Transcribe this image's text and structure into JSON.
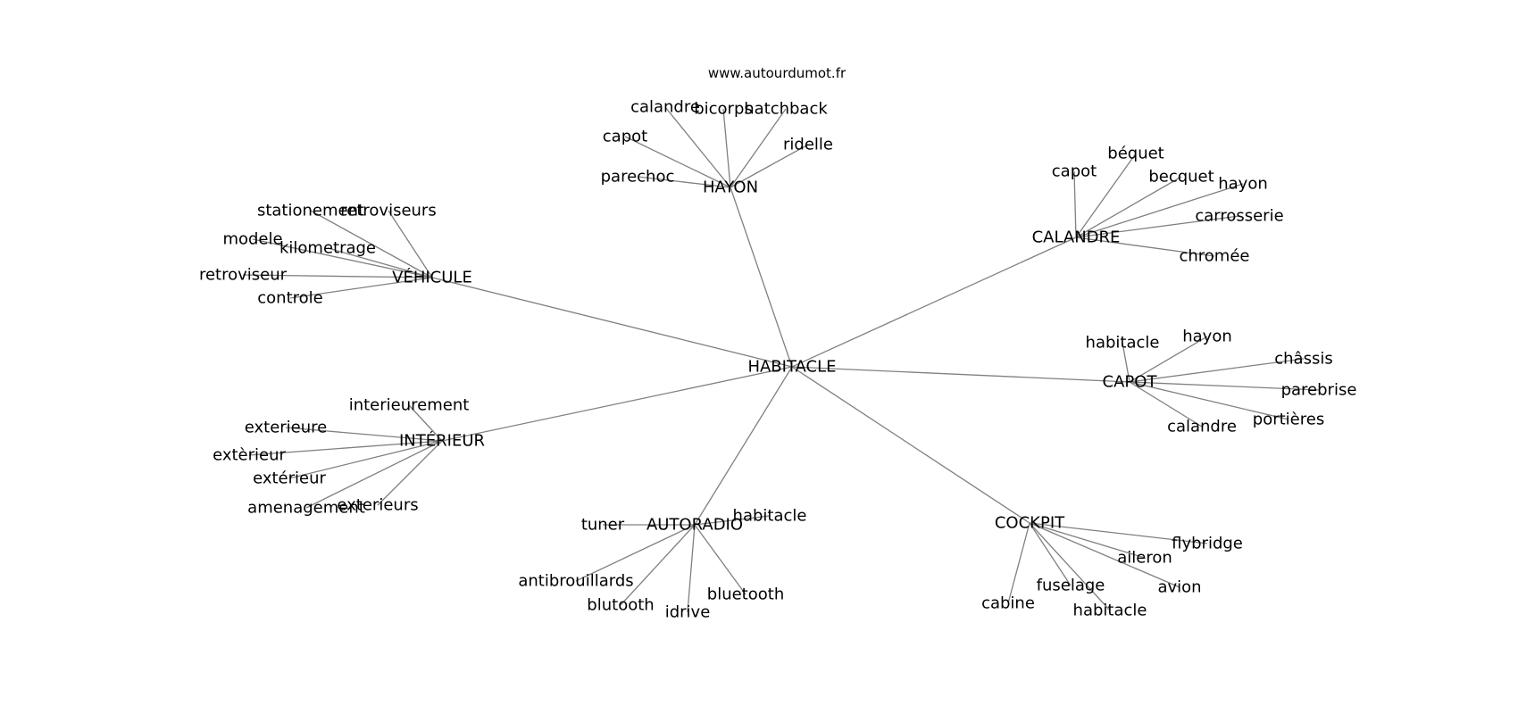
{
  "site_label": "www.autourdumot.fr",
  "colors": {
    "edge": "#808080",
    "text": "#000000",
    "background": "#ffffff"
  },
  "graph": {
    "center": "HABITACLE",
    "hubs": [
      {
        "id": "hayon",
        "label": "HAYON",
        "leaves": [
          "calandre",
          "bicorps",
          "hatchback",
          "capot",
          "ridelle",
          "parechoc"
        ]
      },
      {
        "id": "vehicule",
        "label": "VÉHICULE",
        "leaves": [
          "stationement",
          "retroviseurs",
          "modele",
          "kilometrage",
          "retroviseur",
          "controle"
        ]
      },
      {
        "id": "calandre",
        "label": "CALANDRE",
        "leaves": [
          "béquet",
          "capot",
          "becquet",
          "hayon",
          "carrosserie",
          "chromée"
        ]
      },
      {
        "id": "capot",
        "label": "CAPOT",
        "leaves": [
          "habitacle",
          "hayon",
          "châssis",
          "parebrise",
          "portières",
          "calandre"
        ]
      },
      {
        "id": "interieur",
        "label": "INTÉRIEUR",
        "leaves": [
          "interieurement",
          "exterieure",
          "extèrieur",
          "extérieur",
          "amenagement",
          "exterieurs"
        ]
      },
      {
        "id": "autoradio",
        "label": "AUTORADIO",
        "leaves": [
          "tuner",
          "habitacle",
          "antibrouillards",
          "blutooth",
          "idrive",
          "bluetooth"
        ]
      },
      {
        "id": "cockpit",
        "label": "COCKPIT",
        "leaves": [
          "flybridge",
          "aileron",
          "avion",
          "fuselage",
          "habitacle",
          "cabine"
        ]
      }
    ]
  }
}
